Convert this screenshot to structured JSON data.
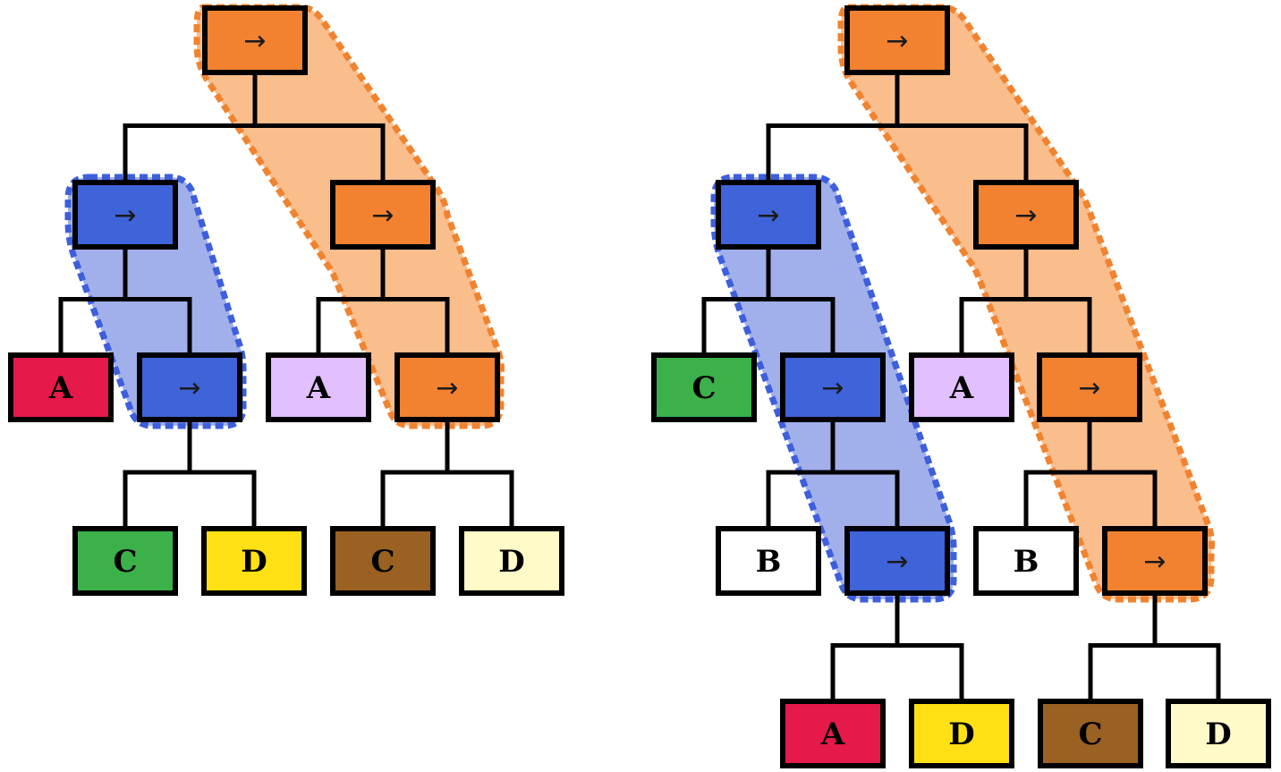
{
  "colors": {
    "orange_node": "#f28230",
    "blue_node": "#3f63d8",
    "orange_highlight": "#f79a4e",
    "blue_highlight": "#4a68d8",
    "red": "#e5194a",
    "green": "#3cb14a",
    "yellow": "#ffe014",
    "brown": "#9a6122",
    "lavender": "#e2bfff",
    "cream": "#fffac8",
    "white": "#ffffff"
  },
  "operator_symbol": "→",
  "trees": [
    {
      "id": "left-tree",
      "nodes": [
        {
          "id": "L-root",
          "kind": "op",
          "color": "orange_node"
        },
        {
          "id": "L-b1",
          "kind": "op",
          "color": "blue_node"
        },
        {
          "id": "L-o2",
          "kind": "op",
          "color": "orange_node"
        },
        {
          "id": "L-A1",
          "kind": "leaf",
          "label": "A",
          "color": "red"
        },
        {
          "id": "L-b2",
          "kind": "op",
          "color": "blue_node"
        },
        {
          "id": "L-A2",
          "kind": "leaf",
          "label": "A",
          "color": "lavender"
        },
        {
          "id": "L-o3",
          "kind": "op",
          "color": "orange_node"
        },
        {
          "id": "L-C1",
          "kind": "leaf",
          "label": "C",
          "color": "green"
        },
        {
          "id": "L-D1",
          "kind": "leaf",
          "label": "D",
          "color": "yellow"
        },
        {
          "id": "L-C2",
          "kind": "leaf",
          "label": "C",
          "color": "brown"
        },
        {
          "id": "L-D2",
          "kind": "leaf",
          "label": "D",
          "color": "cream"
        }
      ]
    },
    {
      "id": "right-tree",
      "nodes": [
        {
          "id": "R-root",
          "kind": "op",
          "color": "orange_node"
        },
        {
          "id": "R-b1",
          "kind": "op",
          "color": "blue_node"
        },
        {
          "id": "R-o2",
          "kind": "op",
          "color": "orange_node"
        },
        {
          "id": "R-C1",
          "kind": "leaf",
          "label": "C",
          "color": "green"
        },
        {
          "id": "R-b2",
          "kind": "op",
          "color": "blue_node"
        },
        {
          "id": "R-A1",
          "kind": "leaf",
          "label": "A",
          "color": "lavender"
        },
        {
          "id": "R-o3",
          "kind": "op",
          "color": "orange_node"
        },
        {
          "id": "R-B1",
          "kind": "leaf",
          "label": "B",
          "color": "white"
        },
        {
          "id": "R-b3",
          "kind": "op",
          "color": "blue_node"
        },
        {
          "id": "R-B2",
          "kind": "leaf",
          "label": "B",
          "color": "white"
        },
        {
          "id": "R-o4",
          "kind": "op",
          "color": "orange_node"
        },
        {
          "id": "R-A2",
          "kind": "leaf",
          "label": "A",
          "color": "red"
        },
        {
          "id": "R-D1",
          "kind": "leaf",
          "label": "D",
          "color": "yellow"
        },
        {
          "id": "R-C2",
          "kind": "leaf",
          "label": "C",
          "color": "brown"
        },
        {
          "id": "R-D2",
          "kind": "leaf",
          "label": "D",
          "color": "cream"
        }
      ]
    }
  ]
}
